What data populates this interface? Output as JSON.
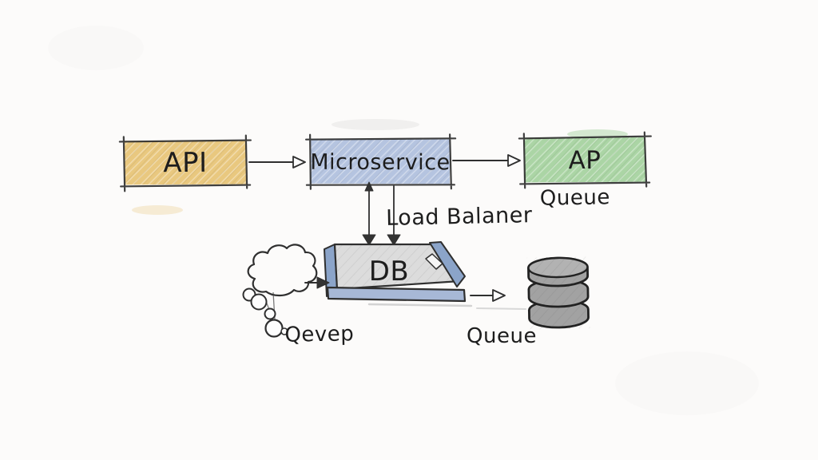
{
  "diagram": {
    "kind": "hand-drawn architecture sketch",
    "nodes": {
      "api": {
        "label": "API",
        "shape": "box"
      },
      "microservice": {
        "label": "Microservice",
        "shape": "box"
      },
      "ap": {
        "label": "AP",
        "shape": "box",
        "caption_below": "Queue"
      },
      "db": {
        "label": "DB",
        "shape": "3d-tray"
      },
      "cloud": {
        "label": "Qevep",
        "shape": "thought-cloud"
      },
      "queue_db": {
        "label": "Queue",
        "shape": "database-cylinder"
      }
    },
    "labels": {
      "api": "API",
      "microservice": "Microservice",
      "ap": "AP",
      "queue_top": "Queue",
      "load_balancer": "Load Balaner",
      "db": "DB",
      "cloud": "Qevep",
      "queue_bottom": "Queue"
    },
    "arrows": [
      {
        "from": "api",
        "to": "microservice",
        "head": "open-triangle"
      },
      {
        "from": "microservice",
        "to": "ap",
        "head": "open-triangle"
      },
      {
        "from": "microservice",
        "to": "db",
        "head": "both-ends",
        "note": "left vertical line"
      },
      {
        "from": "microservice",
        "to": "db",
        "head": "down",
        "note": "right vertical line"
      },
      {
        "from": "cloud",
        "to": "db",
        "head": "solid-triangle"
      },
      {
        "from": "db",
        "to": "queue_db",
        "head": "open-triangle"
      }
    ],
    "icons": [
      {
        "name": "thought-cloud-icon",
        "meaning": "external client / cloud"
      },
      {
        "name": "database-cylinder-icon",
        "meaning": "queue storage"
      }
    ]
  },
  "colors": {
    "background": "#fcfbfa",
    "ink": "#2f2f2f",
    "api_fill": "#e9c87f",
    "microservice_fill": "#b5c4e0",
    "ap_fill": "#abd5a5",
    "db_top_fill": "#dcdcdc",
    "db_side_fill": "#8ba4c9",
    "db_bar_fill": "#a7b8d6",
    "notch_fill": "#f6f6f6",
    "cylinder_fill": "#a2a2a2",
    "cylinder_top_fill": "#b2b2b2"
  }
}
